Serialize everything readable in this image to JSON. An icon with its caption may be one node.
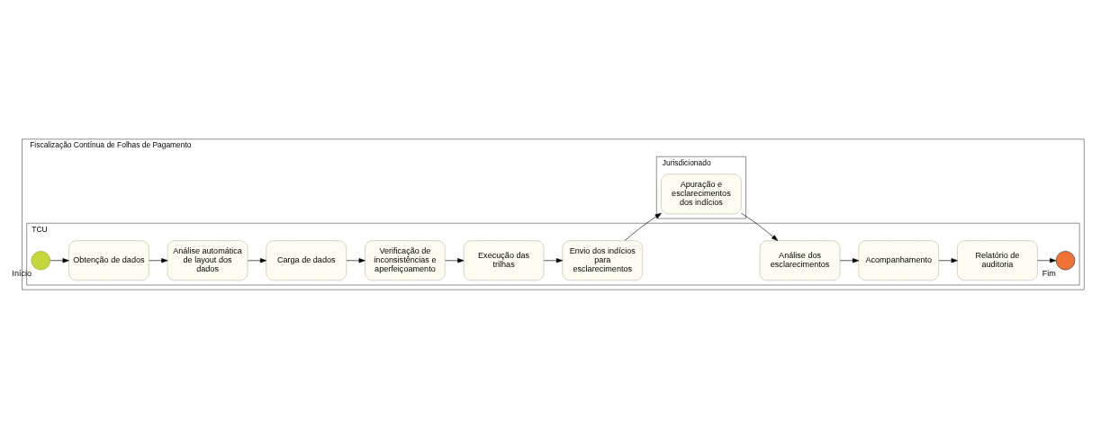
{
  "diagram": {
    "nodes": [
      {
        "text": [
          "Fiscalização Contínua de Folhas de Pagamento"
        ]
      },
      {
        "text": [
          "TCU"
        ],
        "in": 0
      },
      {
        "text": [
          "Jurisdicionado"
        ],
        "in": 0
      },
      {
        "text": [],
        "shape": "circle",
        "beside": [
          "Início"
        ],
        "in": 1
      },
      {
        "text": [
          "Obtenção de dados"
        ],
        "in": 1
      },
      {
        "text": [
          "Análise automática de layout dos dados"
        ],
        "in": 1
      },
      {
        "text": [
          "Carga de dados"
        ],
        "in": 1
      },
      {
        "text": [
          "Verificação de inconsistências e aperfeiçoamento"
        ],
        "in": 1
      },
      {
        "text": [
          "Execução das trilhas"
        ],
        "in": 1
      },
      {
        "text": [
          "Envio dos indícios para esclarecimentos"
        ],
        "in": 1
      },
      {
        "text": [
          "Análise dos esclarecimentos"
        ],
        "in": 1
      },
      {
        "text": [
          "Acompanhamento"
        ],
        "in": 1
      },
      {
        "text": [
          "Relatório de auditoria"
        ],
        "in": 1
      },
      {
        "text": [],
        "shape": "circle",
        "beside": [
          "Fim"
        ],
        "in": 1
      },
      {
        "text": [
          "Apuração e esclarecimentos dos indícios"
        ],
        "in": 2
      }
    ],
    "edges": [
      {
        "from": 3,
        "to": 4,
        "arrow": "to"
      },
      {
        "from": 4,
        "to": 5,
        "arrow": "to"
      },
      {
        "from": 5,
        "to": 6,
        "arrow": "to"
      },
      {
        "from": 6,
        "to": 7,
        "arrow": "to"
      },
      {
        "from": 7,
        "to": 8,
        "arrow": "to"
      },
      {
        "from": 8,
        "to": 9,
        "arrow": "to"
      },
      {
        "from": 9,
        "to": 14,
        "arrow": "to"
      },
      {
        "from": 14,
        "to": 10,
        "arrow": "to"
      },
      {
        "from": 10,
        "to": 11,
        "arrow": "to"
      },
      {
        "from": 11,
        "to": 12,
        "arrow": "to"
      },
      {
        "from": 12,
        "to": 13,
        "arrow": "to"
      }
    ]
  }
}
